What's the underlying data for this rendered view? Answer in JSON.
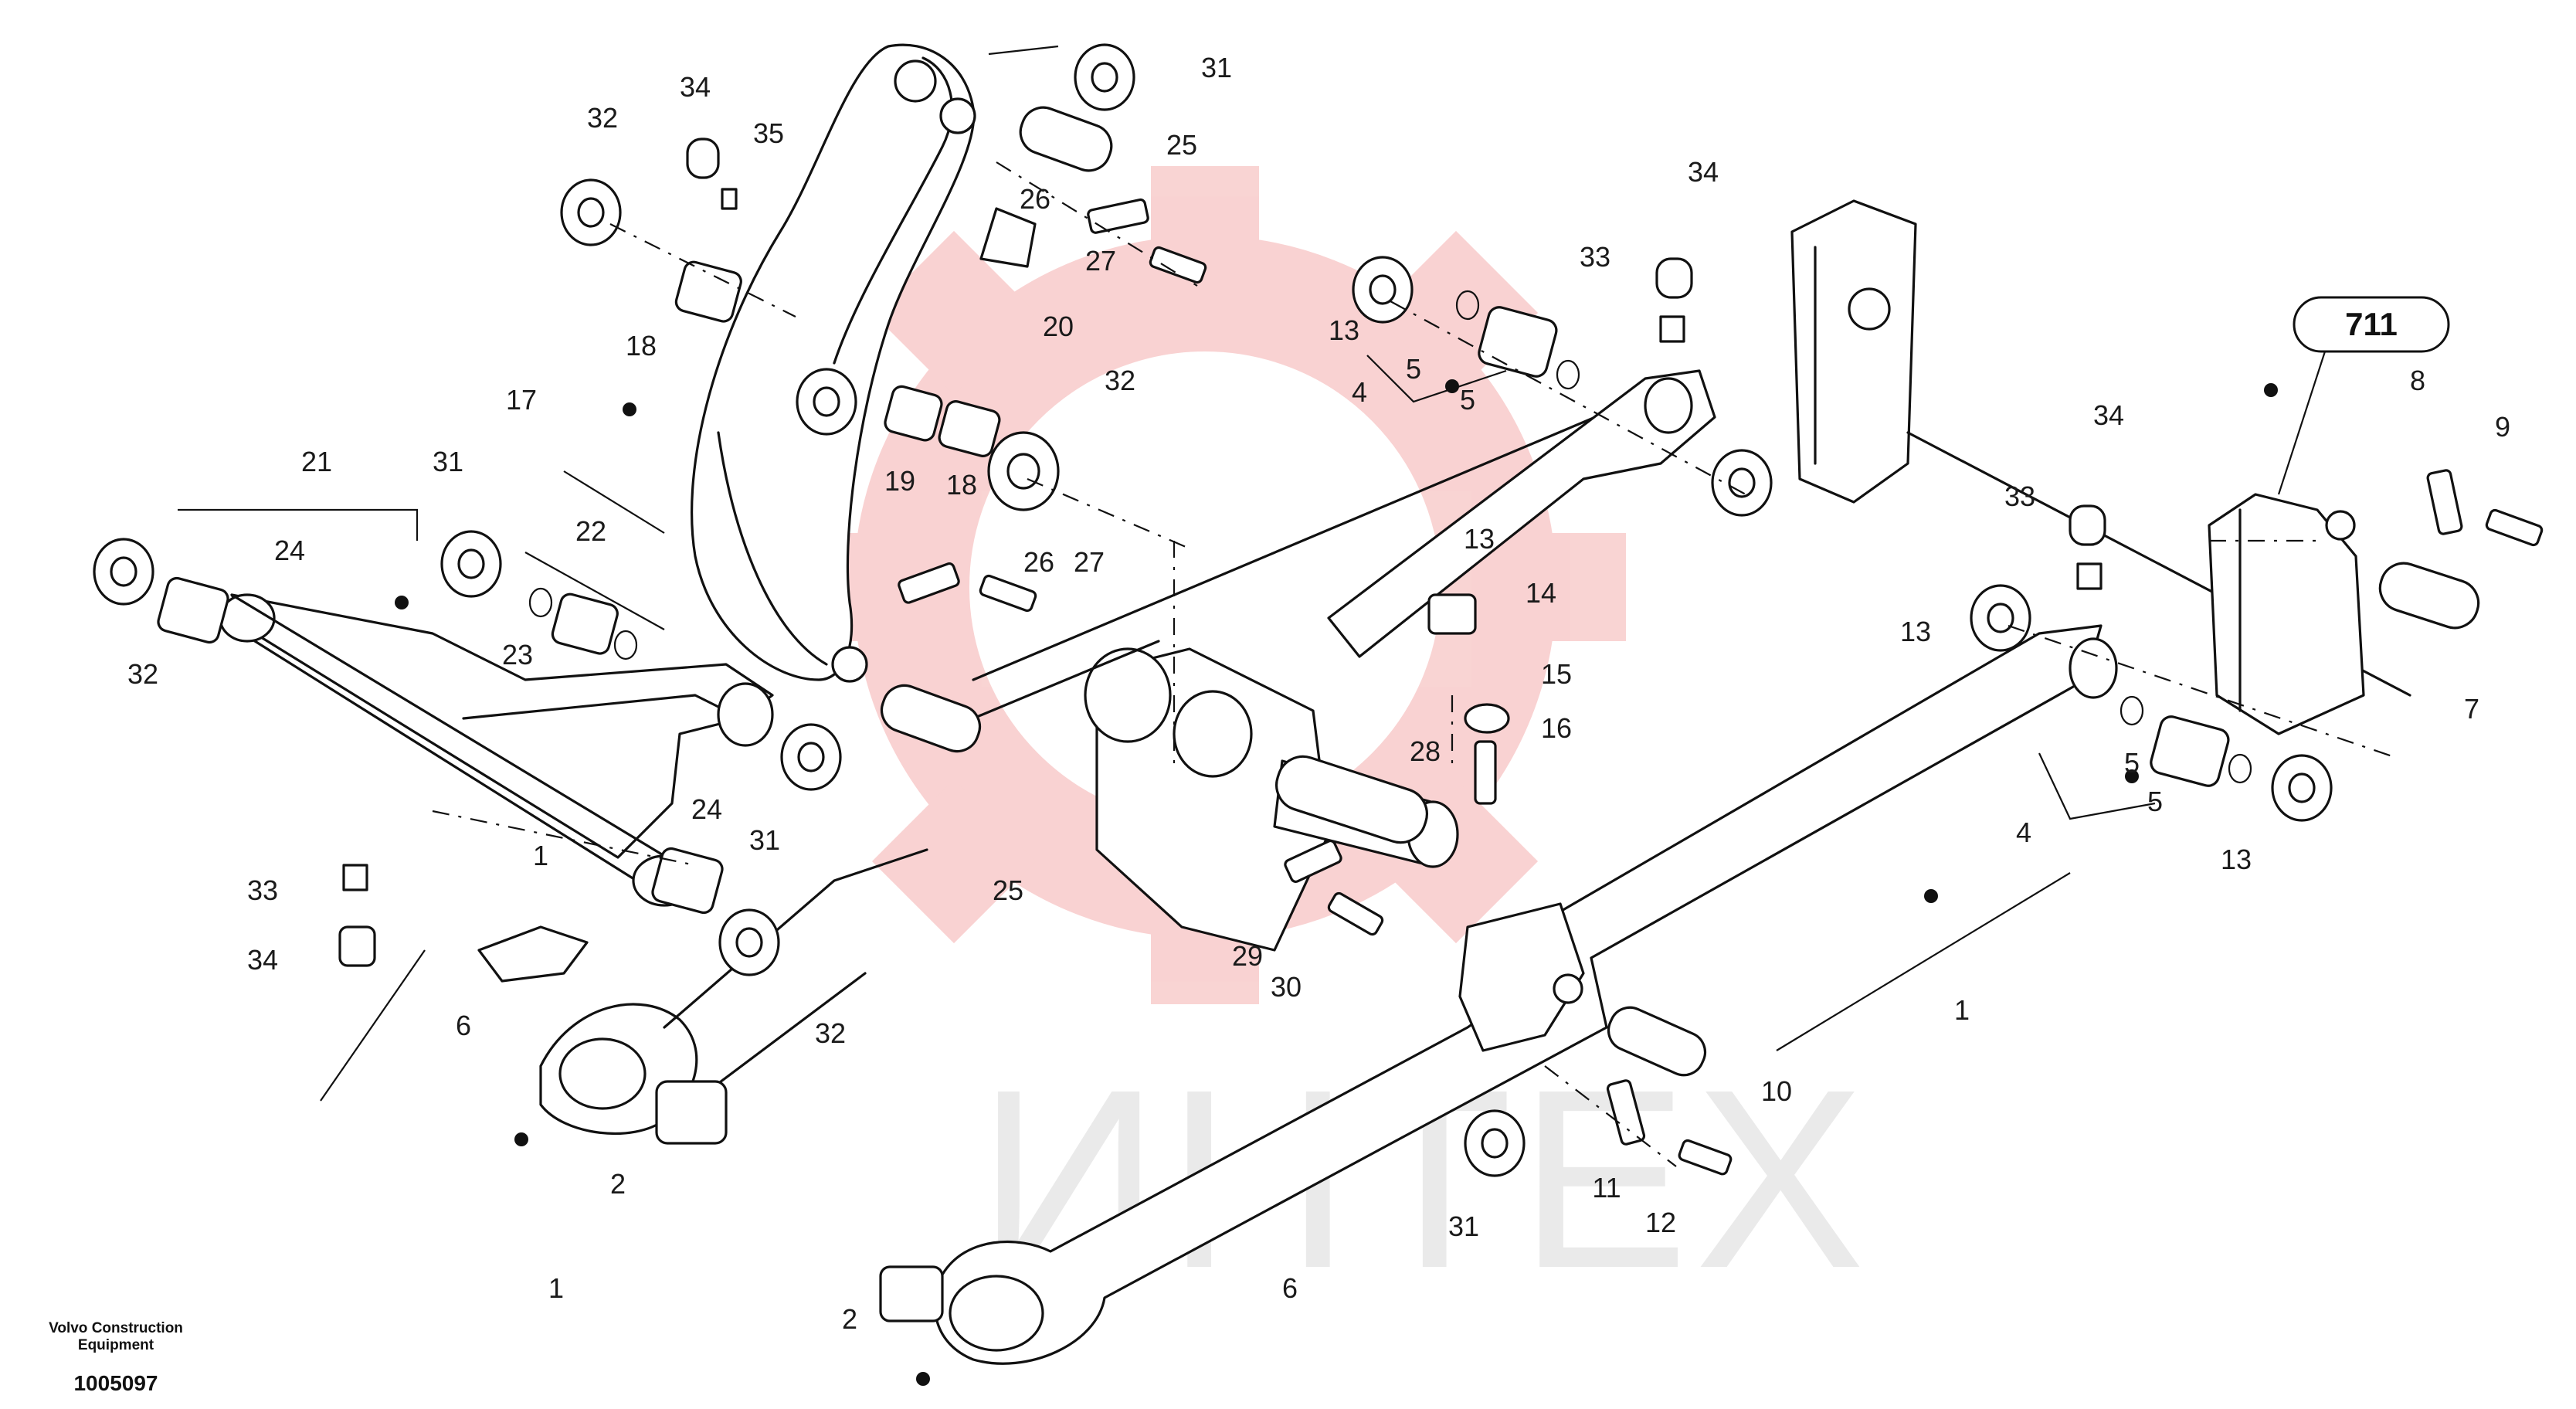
{
  "manufacturer": {
    "line1": "Volvo Construction",
    "line2": "Equipment"
  },
  "drawing_number": "1005097",
  "group_badge": "711",
  "watermark": {
    "text": "ИНТЕХ",
    "color": "#f4a3a3"
  },
  "callouts": [
    "1",
    "1",
    "1",
    "2",
    "2",
    "4",
    "4",
    "5",
    "5",
    "5",
    "5",
    "6",
    "6",
    "7",
    "8",
    "9",
    "10",
    "11",
    "12",
    "13",
    "13",
    "13",
    "13",
    "14",
    "15",
    "16",
    "17",
    "18",
    "18",
    "19",
    "20",
    "21",
    "22",
    "23",
    "24",
    "24",
    "25",
    "25",
    "26",
    "26",
    "27",
    "27",
    "28",
    "29",
    "30",
    "31",
    "31",
    "31",
    "31",
    "32",
    "32",
    "32",
    "32",
    "33",
    "33",
    "33",
    "34",
    "34",
    "34",
    "34",
    "35"
  ]
}
